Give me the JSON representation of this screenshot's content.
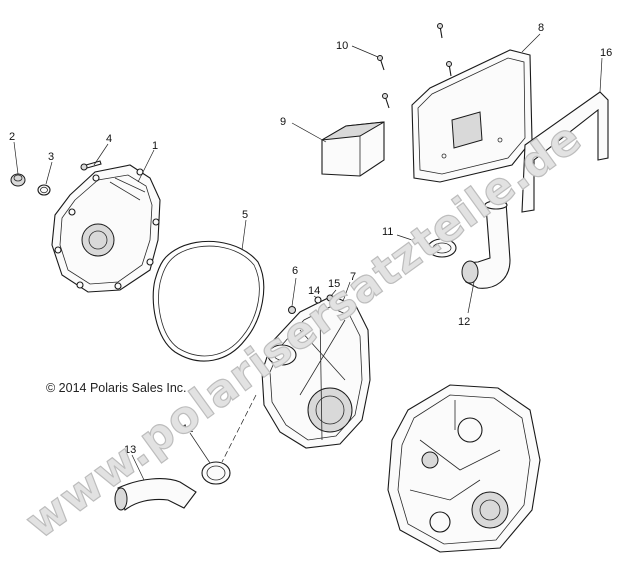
{
  "diagram": {
    "copyright": "© 2014 Polaris Sales Inc.",
    "watermark": "www.polarisersatzteile.de",
    "callouts": [
      "1",
      "2",
      "3",
      "4",
      "5",
      "6",
      "7",
      "8",
      "9",
      "10",
      "11",
      "11",
      "12",
      "13",
      "14",
      "15",
      "16"
    ]
  }
}
